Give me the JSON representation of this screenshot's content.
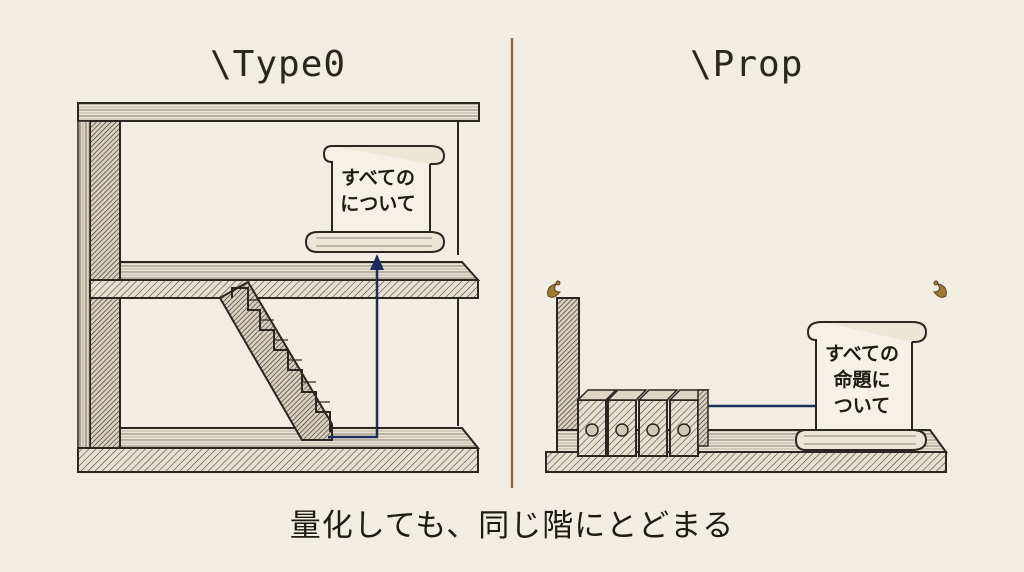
{
  "left_panel": {
    "title": "\\Type0",
    "scroll_lines": [
      "すべての",
      "について"
    ]
  },
  "right_panel": {
    "title": "\\Prop",
    "scroll_lines": [
      "すべての",
      "命題に",
      "ついて"
    ]
  },
  "caption": "量化しても、同じ階にとどまる",
  "colors": {
    "background": "#f1ede2",
    "ink": "#2a2620",
    "arrow": "#1f2d5a",
    "divider": "#8a6a3a",
    "accent": "#a07a30"
  }
}
